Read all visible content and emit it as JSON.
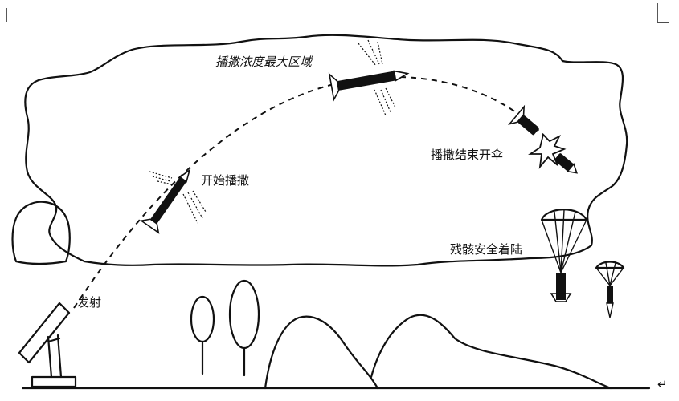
{
  "labels": {
    "launch": "发射",
    "start_seeding": "开始播撒",
    "max_concentration": "播撒浓度最大区域",
    "end_seeding_parachute": "播撒结束开伞",
    "safe_landing": "残骸安全着陆"
  },
  "icons": {
    "launcher": "rocket-launcher-icon",
    "rocket": "rocket-icon",
    "parachute": "parachute-icon",
    "tree": "tree-icon",
    "cloud": "cloud-icon",
    "mountain": "mountain-icon",
    "explosion": "burst-icon"
  },
  "colors": {
    "ink": "#111111",
    "background": "#ffffff"
  }
}
